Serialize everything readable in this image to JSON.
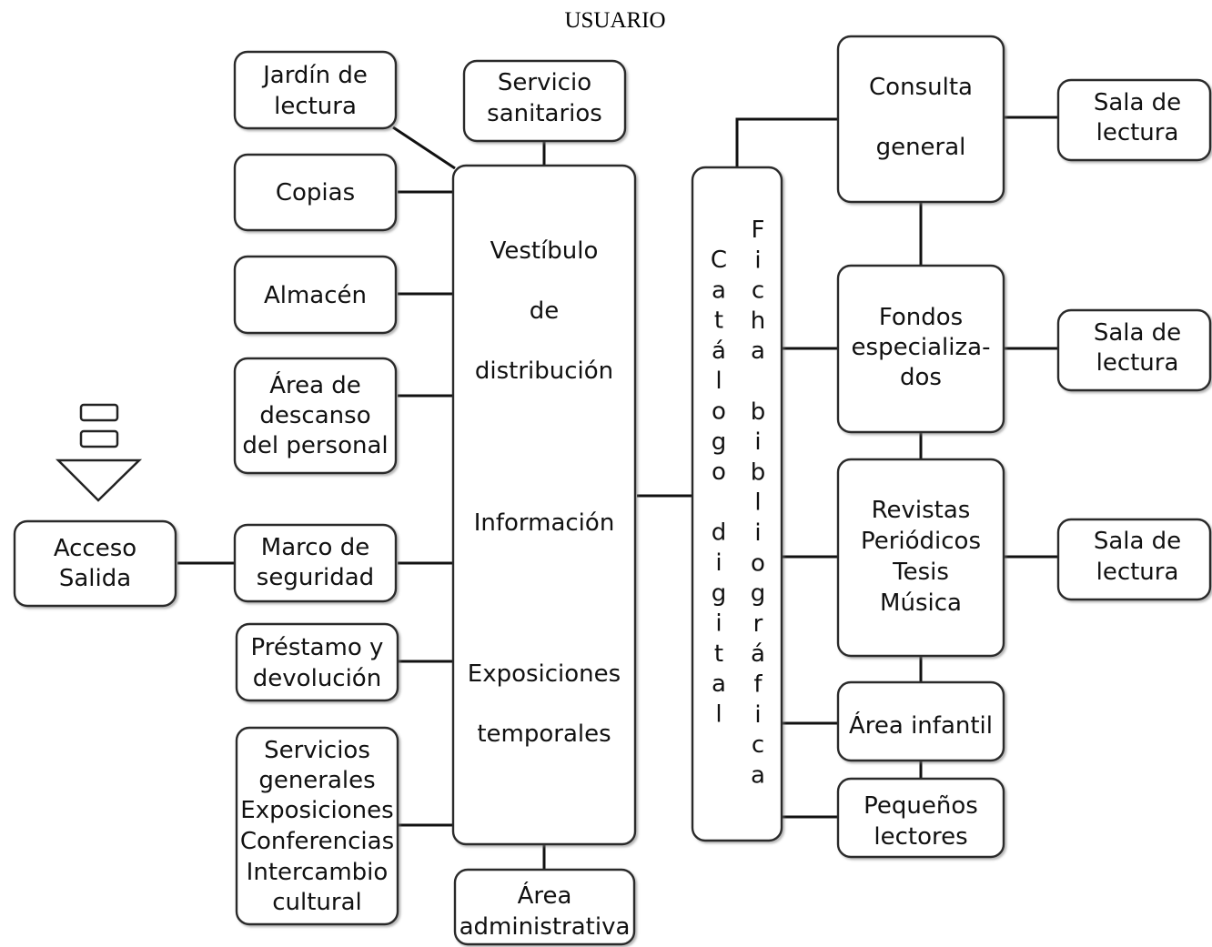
{
  "title": "USUARIO",
  "boxes": {
    "jardin": [
      "Jardín de",
      "lectura"
    ],
    "sanitarios": [
      "Servicio",
      "sanitarios"
    ],
    "copias": [
      "Copias"
    ],
    "almacen": [
      "Almacén"
    ],
    "descanso": [
      "Área de",
      "descanso",
      "del personal"
    ],
    "acceso": [
      "Acceso",
      "Salida"
    ],
    "seguridad": [
      "Marco de",
      "seguridad"
    ],
    "prestamo": [
      "Préstamo y",
      "devolución"
    ],
    "servicios": [
      "Servicios",
      "generales",
      "Exposiciones",
      "Conferencias",
      "Intercambio",
      "cultural"
    ],
    "vestibulo": [
      "Vestíbulo",
      "de",
      "distribución",
      "Información",
      "Exposiciones",
      "temporales"
    ],
    "administrativa": [
      "Área",
      "administrativa"
    ],
    "catalogo": "Catálogo digital",
    "ficha": "Ficha bibliográfica",
    "consulta": [
      "Consulta",
      "general"
    ],
    "fondos": [
      "Fondos",
      "especializa-",
      "dos"
    ],
    "revistas": [
      "Revistas",
      "Periódicos",
      "Tesis",
      "Música"
    ],
    "infantil": [
      "Área infantil"
    ],
    "pequenos": [
      "Pequeños",
      "lectores"
    ],
    "sala1": [
      "Sala de",
      "lectura"
    ],
    "sala2": [
      "Sala de",
      "lectura"
    ],
    "sala3": [
      "Sala de",
      "lectura"
    ]
  },
  "colors": {
    "line": "#111111",
    "box_border": "#2b2b2b",
    "text": "#111111",
    "background": "#ffffff"
  },
  "icons": {
    "entry_symbol": "two-stacked-rectangles-over-down-triangle"
  }
}
